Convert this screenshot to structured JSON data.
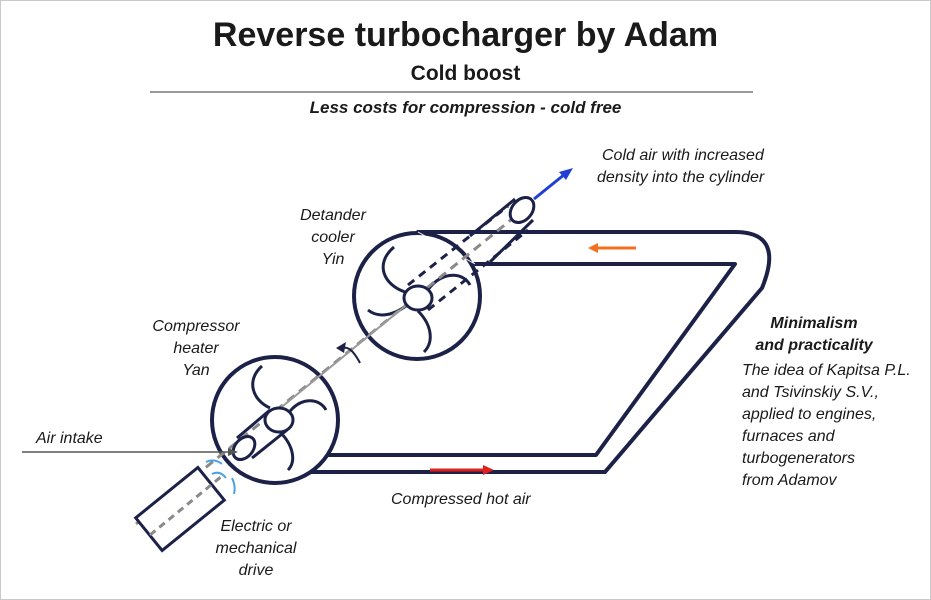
{
  "header": {
    "title": "Reverse turbocharger by Adam",
    "subtitle": "Cold boost",
    "tagline": "Less costs for compression - cold free"
  },
  "labels": {
    "cold_air_line1": "Cold air with increased",
    "cold_air_line2": "density into the cylinder",
    "detander_line1": "Detander",
    "detander_line2": "cooler",
    "detander_line3": "Yin",
    "compressor_line1": "Compressor",
    "compressor_line2": "heater",
    "compressor_line3": "Yan",
    "air_intake": "Air intake",
    "compressed_hot_air": "Compressed hot air",
    "drive_line1": "Electric or",
    "drive_line2": "mechanical",
    "drive_line3": "drive"
  },
  "side_note": {
    "heading_line1": "Minimalism",
    "heading_line2": "and practicality",
    "body_line1": "The idea of Kapitsa P.L.",
    "body_line2": "and Tsivinskiy S.V.,",
    "body_line3": "applied to engines,",
    "body_line4": "furnaces and",
    "body_line5": "turbogenerators",
    "body_line6": "from Adamov"
  },
  "colors": {
    "outline": "#1c2147",
    "shaft": "#8a8a8a",
    "cold_arrow": "#1f3fd6",
    "hot_arrow": "#e02020",
    "return_arrow": "#f07020",
    "intake_puffs": "#4aa3e0"
  }
}
